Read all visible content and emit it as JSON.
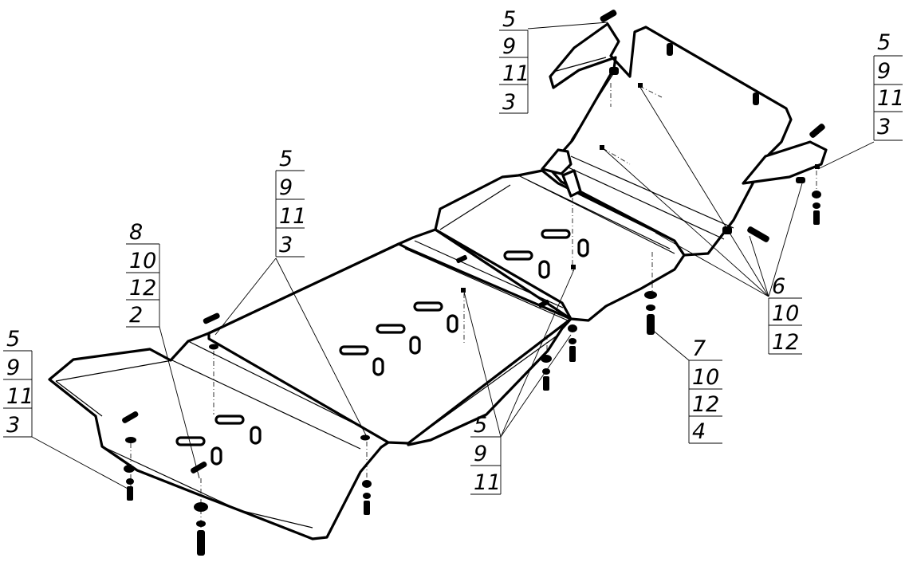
{
  "callouts": [
    {
      "id": "top-left-stack",
      "labels": [
        "5",
        "9",
        "11",
        "3"
      ]
    },
    {
      "id": "top-right-stack",
      "labels": [
        "5",
        "9",
        "11",
        "3"
      ]
    },
    {
      "id": "mid-left-stack",
      "labels": [
        "5",
        "9",
        "11",
        "3"
      ]
    },
    {
      "id": "left-stack-8",
      "labels": [
        "8",
        "10",
        "12",
        "2"
      ]
    },
    {
      "id": "far-left-stack",
      "labels": [
        "5",
        "9",
        "11",
        "3"
      ]
    },
    {
      "id": "right-stack-6",
      "labels": [
        "6",
        "10",
        "12"
      ]
    },
    {
      "id": "right-stack-7",
      "labels": [
        "7",
        "10",
        "12",
        "4"
      ]
    },
    {
      "id": "center-stack",
      "labels": [
        "5",
        "9",
        "11"
      ]
    }
  ]
}
